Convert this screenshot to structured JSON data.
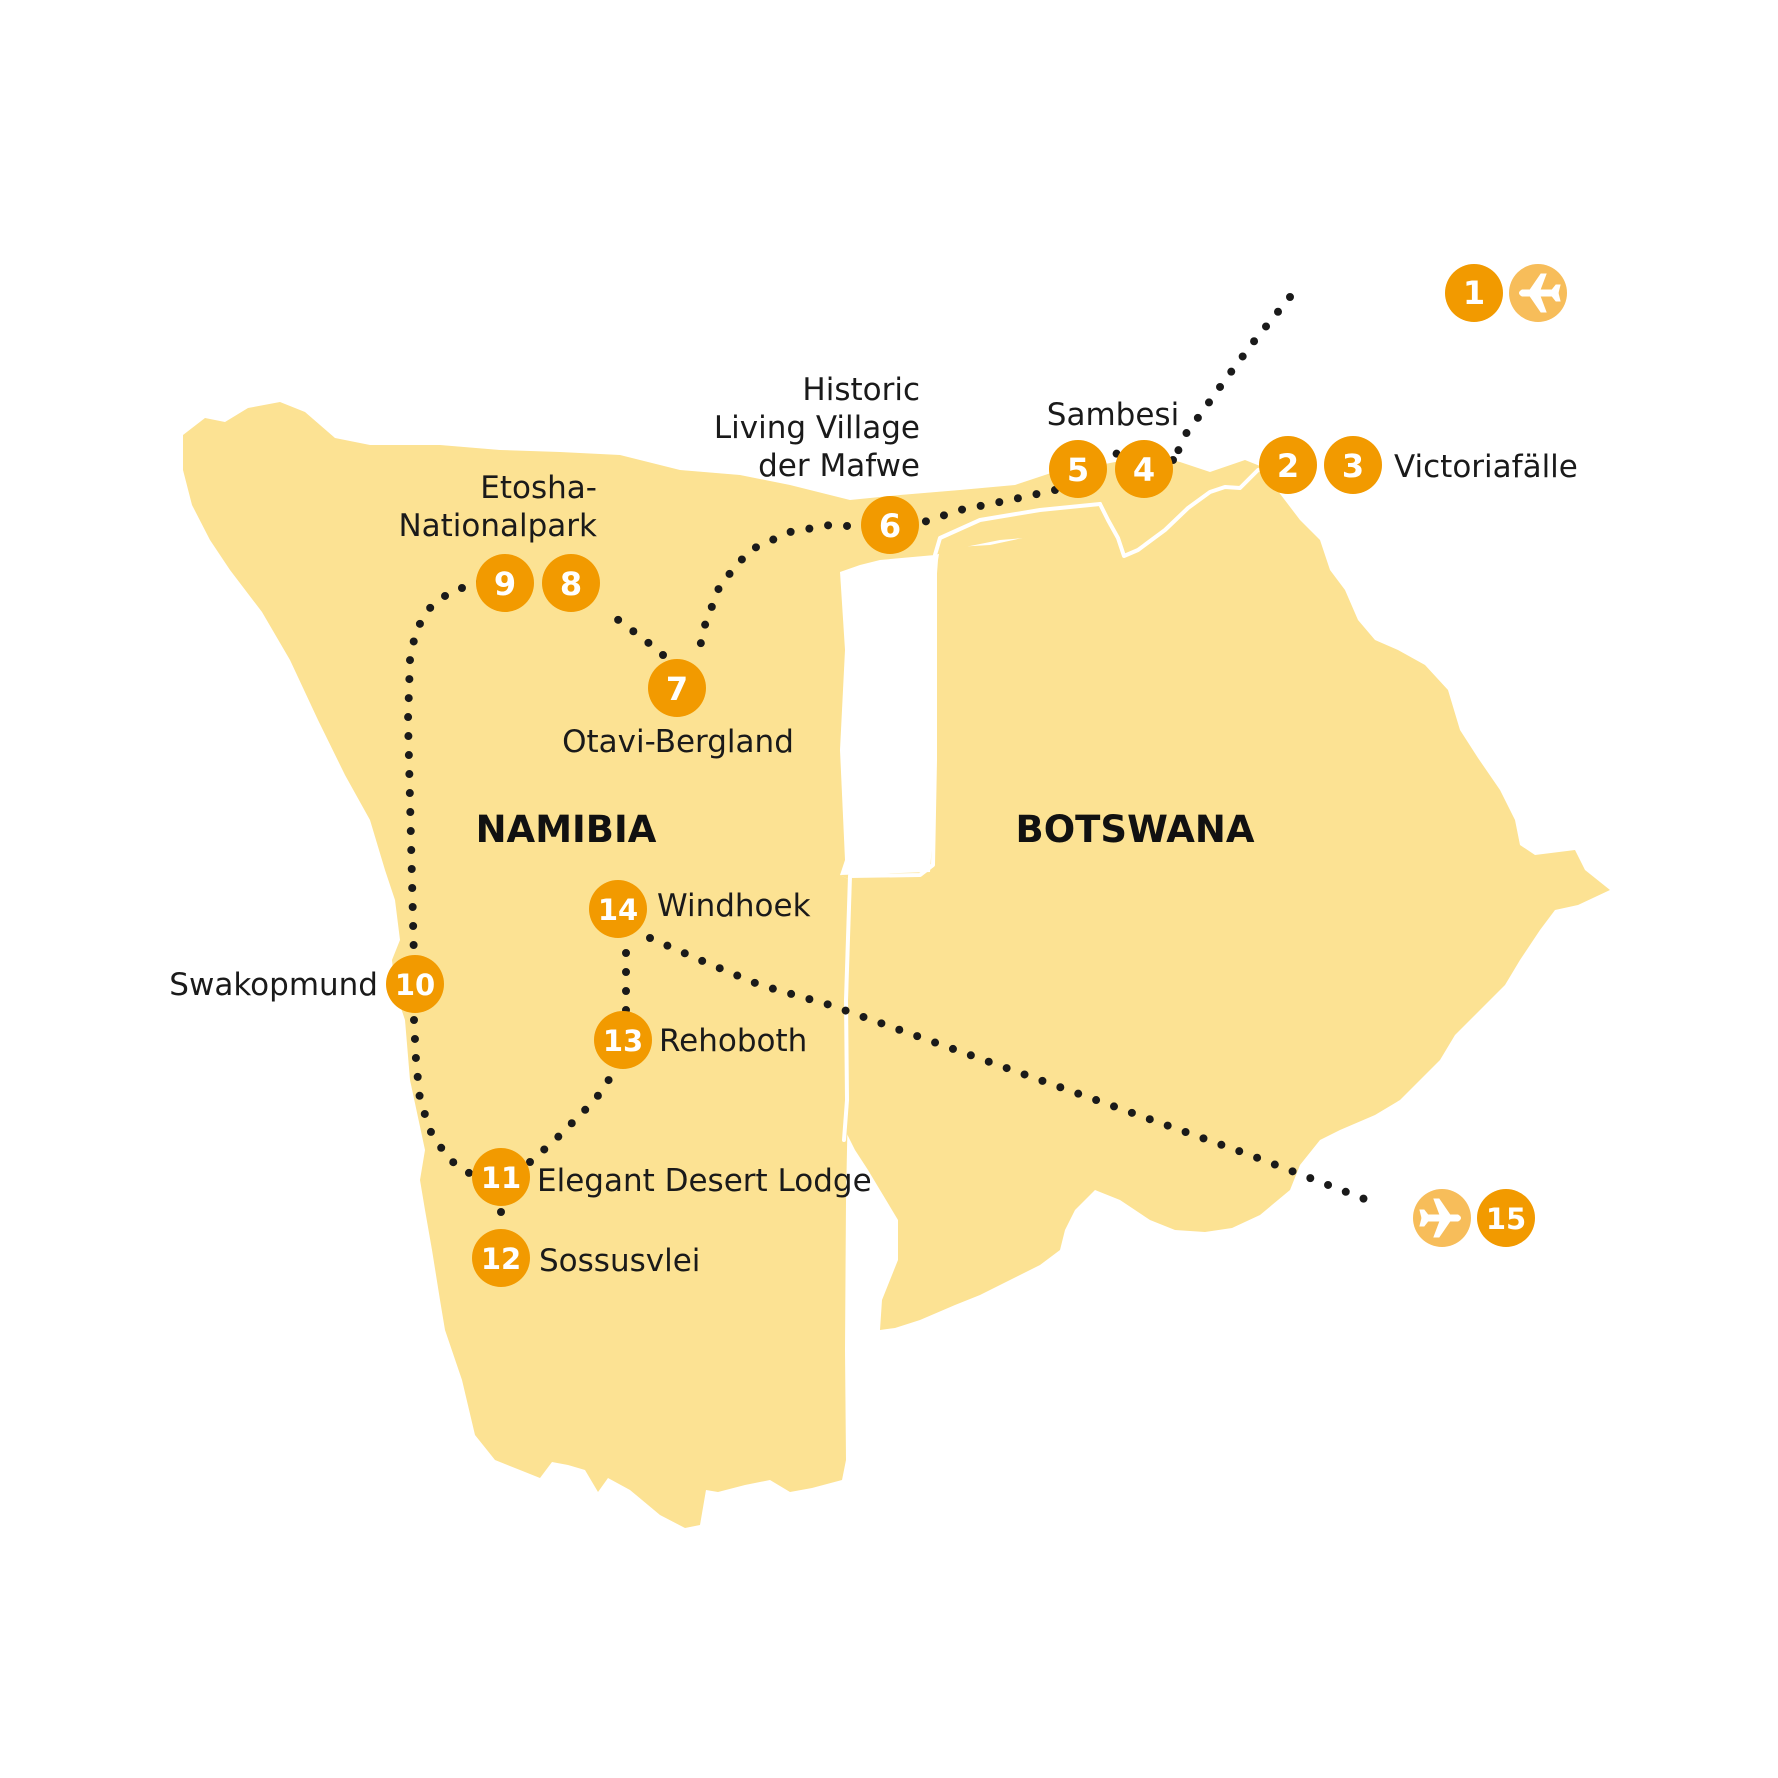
{
  "colors": {
    "land": "#fce293",
    "border": "#ffffff",
    "marker": "#f29a00",
    "plane_marker": "#f7bd5a",
    "route": "#1a1a1a",
    "text": "#1a1a1a"
  },
  "countries": [
    {
      "key": "namibia",
      "name": "NAMIBIA"
    },
    {
      "key": "botswana",
      "name": "BOTSWANA"
    }
  ],
  "stops": [
    {
      "key": "s1",
      "number": "1"
    },
    {
      "key": "s2",
      "number": "2"
    },
    {
      "key": "s3",
      "number": "3"
    },
    {
      "key": "s4",
      "number": "4"
    },
    {
      "key": "s5",
      "number": "5"
    },
    {
      "key": "s6",
      "number": "6"
    },
    {
      "key": "s7",
      "number": "7"
    },
    {
      "key": "s8",
      "number": "8"
    },
    {
      "key": "s9",
      "number": "9"
    },
    {
      "key": "s10",
      "number": "10"
    },
    {
      "key": "s11",
      "number": "11"
    },
    {
      "key": "s12",
      "number": "12"
    },
    {
      "key": "s13",
      "number": "13"
    },
    {
      "key": "s14",
      "number": "14"
    },
    {
      "key": "s15",
      "number": "15"
    }
  ],
  "places": [
    {
      "key": "victoriafaelle",
      "lines": [
        "Victoriafälle"
      ]
    },
    {
      "key": "sambesi",
      "lines": [
        "Sambesi"
      ]
    },
    {
      "key": "mafwe",
      "lines": [
        "Historic",
        "Living Village",
        "der Mafwe"
      ]
    },
    {
      "key": "etosha",
      "lines": [
        "Etosha-",
        "Nationalpark"
      ]
    },
    {
      "key": "otavi",
      "lines": [
        "Otavi-Bergland"
      ]
    },
    {
      "key": "windhoek",
      "lines": [
        "Windhoek"
      ]
    },
    {
      "key": "swakopmund",
      "lines": [
        "Swakopmund"
      ]
    },
    {
      "key": "rehoboth",
      "lines": [
        "Rehoboth"
      ]
    },
    {
      "key": "elegant",
      "lines": [
        "Elegant Desert Lodge"
      ]
    },
    {
      "key": "sossusvlei",
      "lines": [
        "Sossusvlei"
      ]
    }
  ],
  "icons": [
    {
      "key": "plane_departure",
      "icon": "airplane-icon"
    },
    {
      "key": "plane_arrival",
      "icon": "airplane-icon"
    }
  ]
}
